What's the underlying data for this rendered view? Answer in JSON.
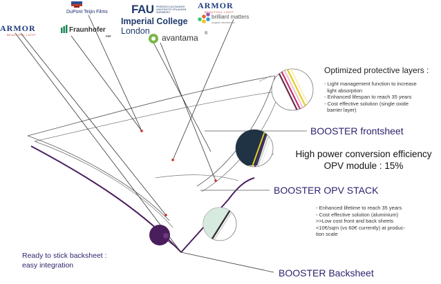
{
  "logos": {
    "dupont": "DuPont Teijin Films",
    "fau_main": "FAU",
    "fau_sub": "FRIEDRICH-ALEXANDER UNIVERSITÄT ERLANGEN-NÜRNBERG",
    "armor_left": "ARMOR",
    "armor_left_sub": "BEAUTIFUL LIGHT",
    "armor_right": "ARMOR",
    "armor_right_sub": "BEAUTIFUL LIGHT",
    "imperial": "Imperial College",
    "london": "London",
    "fraunhofer": "Fraunhofer",
    "fep": "FEP",
    "avantama": "avantama",
    "avantama_mark": "®",
    "brilliant": "brilliant matters",
    "brilliant_sub": "organic electronics"
  },
  "protective": {
    "title": "Optimized protective layers :",
    "bullets": "- Light management function to increase\n  light absorption\n- Enhanced lifespan to reach 35 years\n- Cost effective solution (single oxide\n  barrier layer)"
  },
  "labels": {
    "frontsheet": "BOOSTER frontsheet",
    "efficiency": "High power conversion efficiency\nOPV module : 15%",
    "opv_stack": "BOOSTER OPV STACK",
    "backsheet": "BOOSTER Backsheet",
    "ready": "Ready to stick backsheet :\neasy integration"
  },
  "backsheet_info": {
    "bullets": "- Enhanced lifetime to reach 35 years\n- Cost effective solution (aluminium)\n>>Low cost front and back sheets\n<10€/sqm (vs 60€ currently) at produc-\ntion scale"
  },
  "colors": {
    "purple": "#4a1e5c",
    "navy": "#2b1f6b",
    "dark_layer": "#1f3345",
    "mint": "#d7eadf",
    "pink": "#c0306a",
    "yellow": "#e4cc2a",
    "red_dot": "#d62828"
  }
}
